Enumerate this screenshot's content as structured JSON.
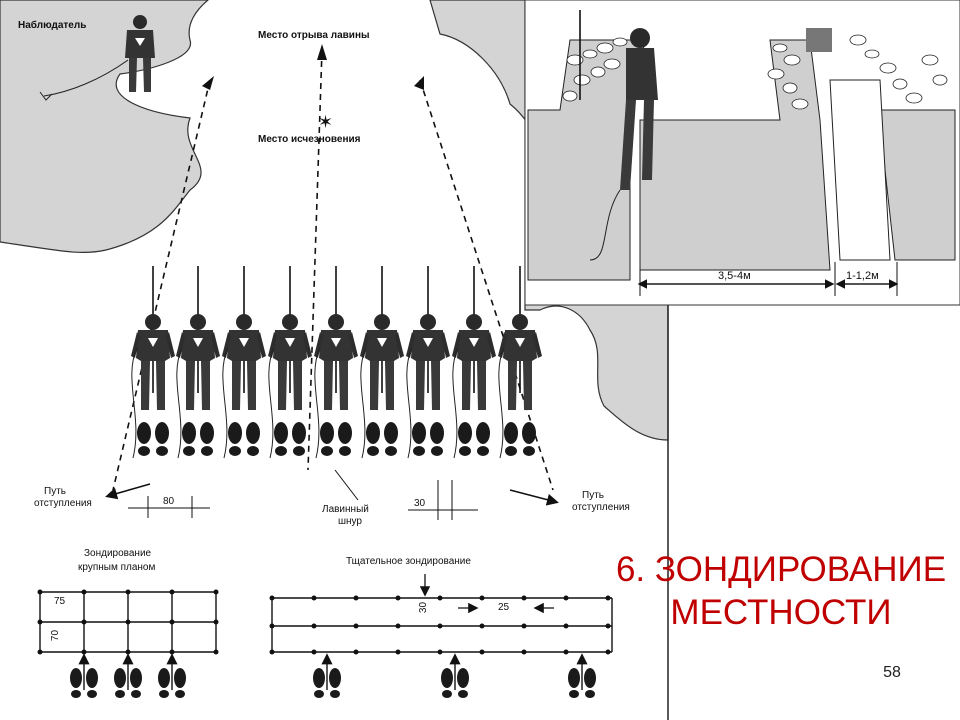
{
  "slide": {
    "title_line1": "6. ЗОНДИРОВАНИЕ",
    "title_line2": "МЕСТНОСТИ",
    "page_number": "58",
    "accent_color": "#c00000"
  },
  "scheme": {
    "observer": "Наблюдатель",
    "avalanche_release": "Место отрыва лавины",
    "disappearance_point": "Место исчезновения",
    "retreat_path_left_1": "Путь",
    "retreat_path_left_2": "отступления",
    "retreat_path_right_1": "Путь",
    "retreat_path_right_2": "отступления",
    "avalanche_cord_1": "Лавинный",
    "avalanche_cord_2": "шнур",
    "spacing_left": "80",
    "spacing_right": "30"
  },
  "probing": {
    "coarse_title_1": "Зондирование",
    "coarse_title_2": "крупным планом",
    "coarse_w": "75",
    "coarse_h": "70",
    "fine_title": "Тщательное зондирование",
    "fine_h": "30",
    "fine_w": "25"
  },
  "trench": {
    "width_main": "3,5-4м",
    "width_side": "1-1,2м"
  }
}
